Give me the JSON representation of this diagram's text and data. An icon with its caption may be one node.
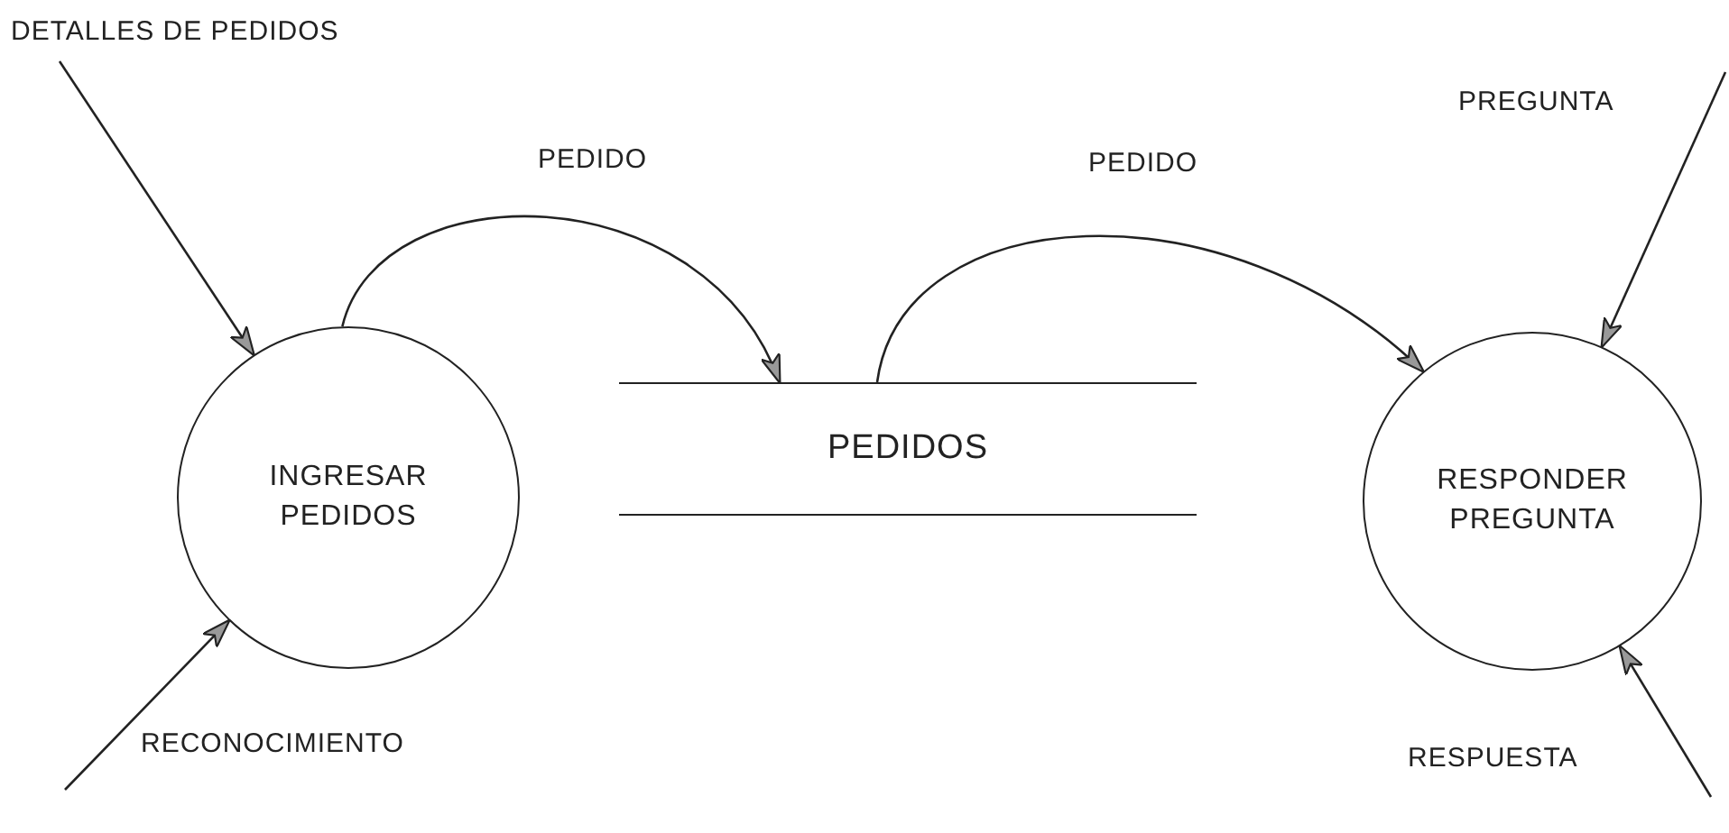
{
  "diagram": {
    "nodes": [
      {
        "text": [
          "INGRESAR PEDIDOS"
        ]
      },
      {
        "text": [
          "PEDIDOS"
        ]
      },
      {
        "text": [
          "RESPONDER PREGUNTA"
        ]
      }
    ],
    "edges": [
      {
        "from": null,
        "to": 0,
        "arrow": "to",
        "label": "DETALLES DE PEDIDOS"
      },
      {
        "from": null,
        "to": 0,
        "arrow": "to",
        "label": "RECONOCIMIENTO"
      },
      {
        "from": 0,
        "to": 1,
        "arrow": "to",
        "label": "PEDIDO"
      },
      {
        "from": 1,
        "to": 2,
        "arrow": "to",
        "label": "PEDIDO"
      },
      {
        "from": null,
        "to": 2,
        "arrow": "to",
        "label": "PREGUNTA"
      },
      {
        "from": null,
        "to": 2,
        "arrow": "to",
        "label": "RESPUESTA"
      }
    ]
  }
}
